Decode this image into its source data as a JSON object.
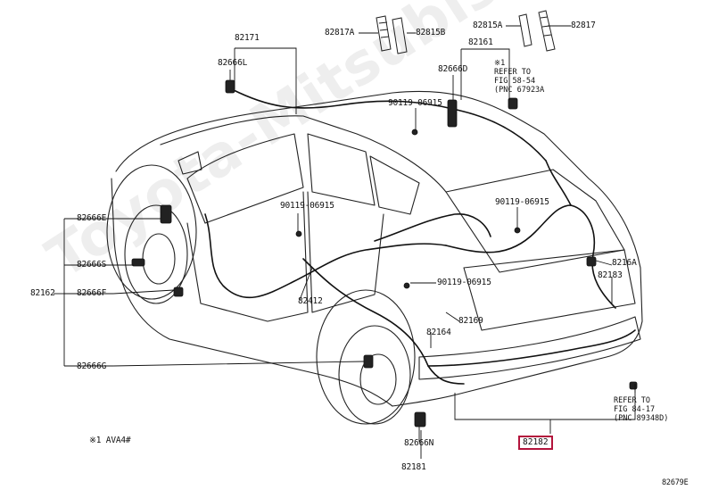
{
  "watermark": "Toyota-Mitsubishi.ru",
  "labels": {
    "l82171": "82171",
    "l82666L": "82666L",
    "l82817A": "82817A",
    "l82815B": "82815B",
    "l82815A": "82815A",
    "l82817": "82817",
    "l82161": "82161",
    "l82666D": "82666D",
    "l90119_a": "90119-06915",
    "l90119_b": "90119-06915",
    "l90119_c": "90119-06915",
    "l90119_d": "90119-06915",
    "l82666E": "82666E",
    "l82666S": "82666S",
    "l82162": "82162",
    "l82666F": "82666F",
    "l82412": "82412",
    "l82216A": "8216A",
    "l82183": "82183",
    "l82169": "82169",
    "l82164": "82164",
    "l82666G": "82666G",
    "l82666N": "82666N",
    "l82181": "82181",
    "l82182": "82182",
    "fig_code": "82679E",
    "footnote": "※1 AVA4#"
  },
  "refer_notes": {
    "top": "※1\nREFER TO\nFIG 58-54\n(PNC 67923A",
    "bottom": "REFER TO\nFIG 84-17\n(PNC 89348D)"
  }
}
